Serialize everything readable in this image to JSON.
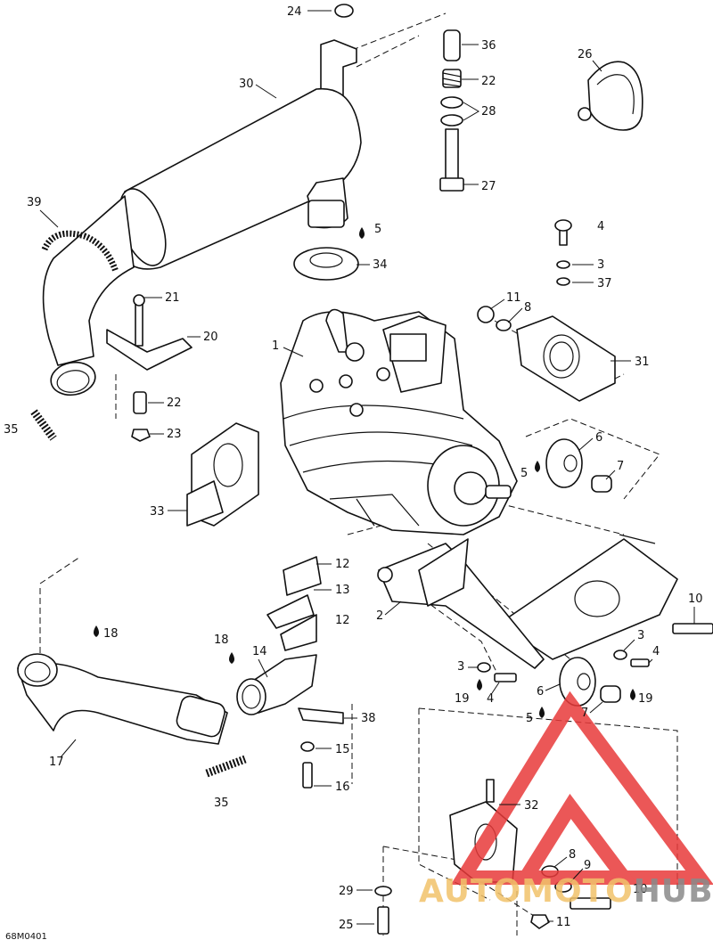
{
  "drawing_code": "68M0401",
  "watermark": {
    "part1": "AUTOMOTO",
    "part2": "HUB",
    "color_primary": "#e83a3a",
    "color_text1": "#f2c26b",
    "color_text2": "#8a8a8a"
  },
  "callouts": [
    "24",
    "36",
    "22",
    "28",
    "27",
    "26",
    "30",
    "39",
    "5",
    "34",
    "4",
    "3",
    "37",
    "21",
    "20",
    "11",
    "8",
    "31",
    "1",
    "22",
    "23",
    "35",
    "6",
    "5",
    "7",
    "33",
    "12",
    "13",
    "12",
    "10",
    "2",
    "18",
    "14",
    "3",
    "4",
    "3",
    "19",
    "4",
    "19",
    "6",
    "5",
    "7",
    "18",
    "17",
    "38",
    "15",
    "16",
    "35",
    "32",
    "8",
    "9",
    "10",
    "29",
    "25",
    "11"
  ]
}
